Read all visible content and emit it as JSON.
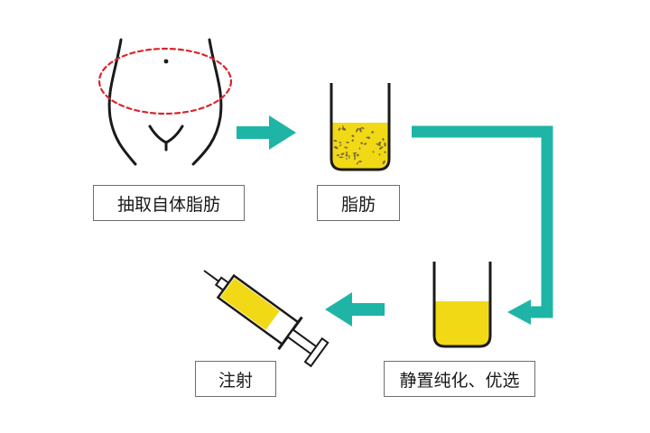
{
  "steps": {
    "extract": "抽取自体脂肪",
    "fat": "脂肪",
    "purify": "静置纯化、优选",
    "inject": "注射"
  },
  "colors": {
    "arrow": "#1fb5a6",
    "fat_yellow": "#f2d916",
    "outline": "#1a1a1a",
    "waist_dash": "#d9262c",
    "speckle": "#7a6a3a"
  },
  "icons": {
    "body": "waist-torso-icon",
    "raw_fat_beaker": "beaker-raw-fat-icon",
    "purified_beaker": "beaker-purified-fat-icon",
    "syringe": "syringe-icon"
  }
}
